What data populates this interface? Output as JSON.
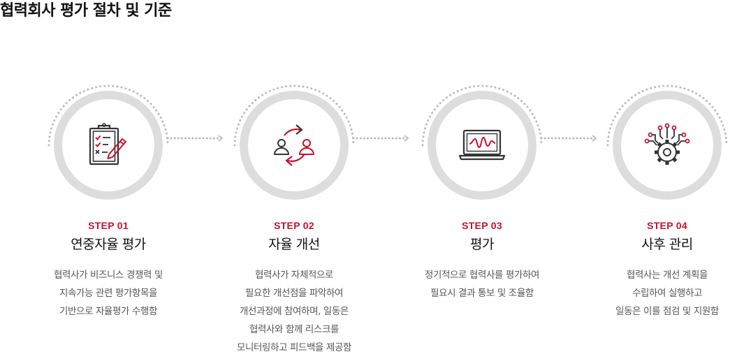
{
  "page": {
    "title": "협력회사 평가 절차 및 기준"
  },
  "steps": [
    {
      "label": "STEP 01",
      "title": "연중자율 평가",
      "description": [
        "협력사가 비즈니스 경쟁력 및",
        "지속가능 관련 평가항목을",
        "기반으로 자율평가 수행함"
      ],
      "icon": "clipboard-checklist-icon"
    },
    {
      "label": "STEP 02",
      "title": "자율 개선",
      "description": [
        "협력사가 자체적으로",
        "필요한 개선점을 파악하여",
        "개선과정에 참여하며, 일동은",
        "협력사와 함께 리스크를",
        "모니터링하고 피드백을 제공함"
      ],
      "icon": "people-cycle-icon"
    },
    {
      "label": "STEP 03",
      "title": "평가",
      "description": [
        "정기적으로 협력사를 평가하여",
        "필요시 결과 통보 및 조율함"
      ],
      "icon": "laptop-chart-icon"
    },
    {
      "label": "STEP 04",
      "title": "사후 관리",
      "description": [
        "협력사는 개선 계획을",
        "수립하여 실행하고",
        "일동은 이를 점검 및 지원함"
      ],
      "icon": "gear-circuit-icon"
    }
  ],
  "colors": {
    "accent": "#c8102e",
    "ring": "#dddddd",
    "dots": "#bbbbbb",
    "icon": "#333333"
  }
}
